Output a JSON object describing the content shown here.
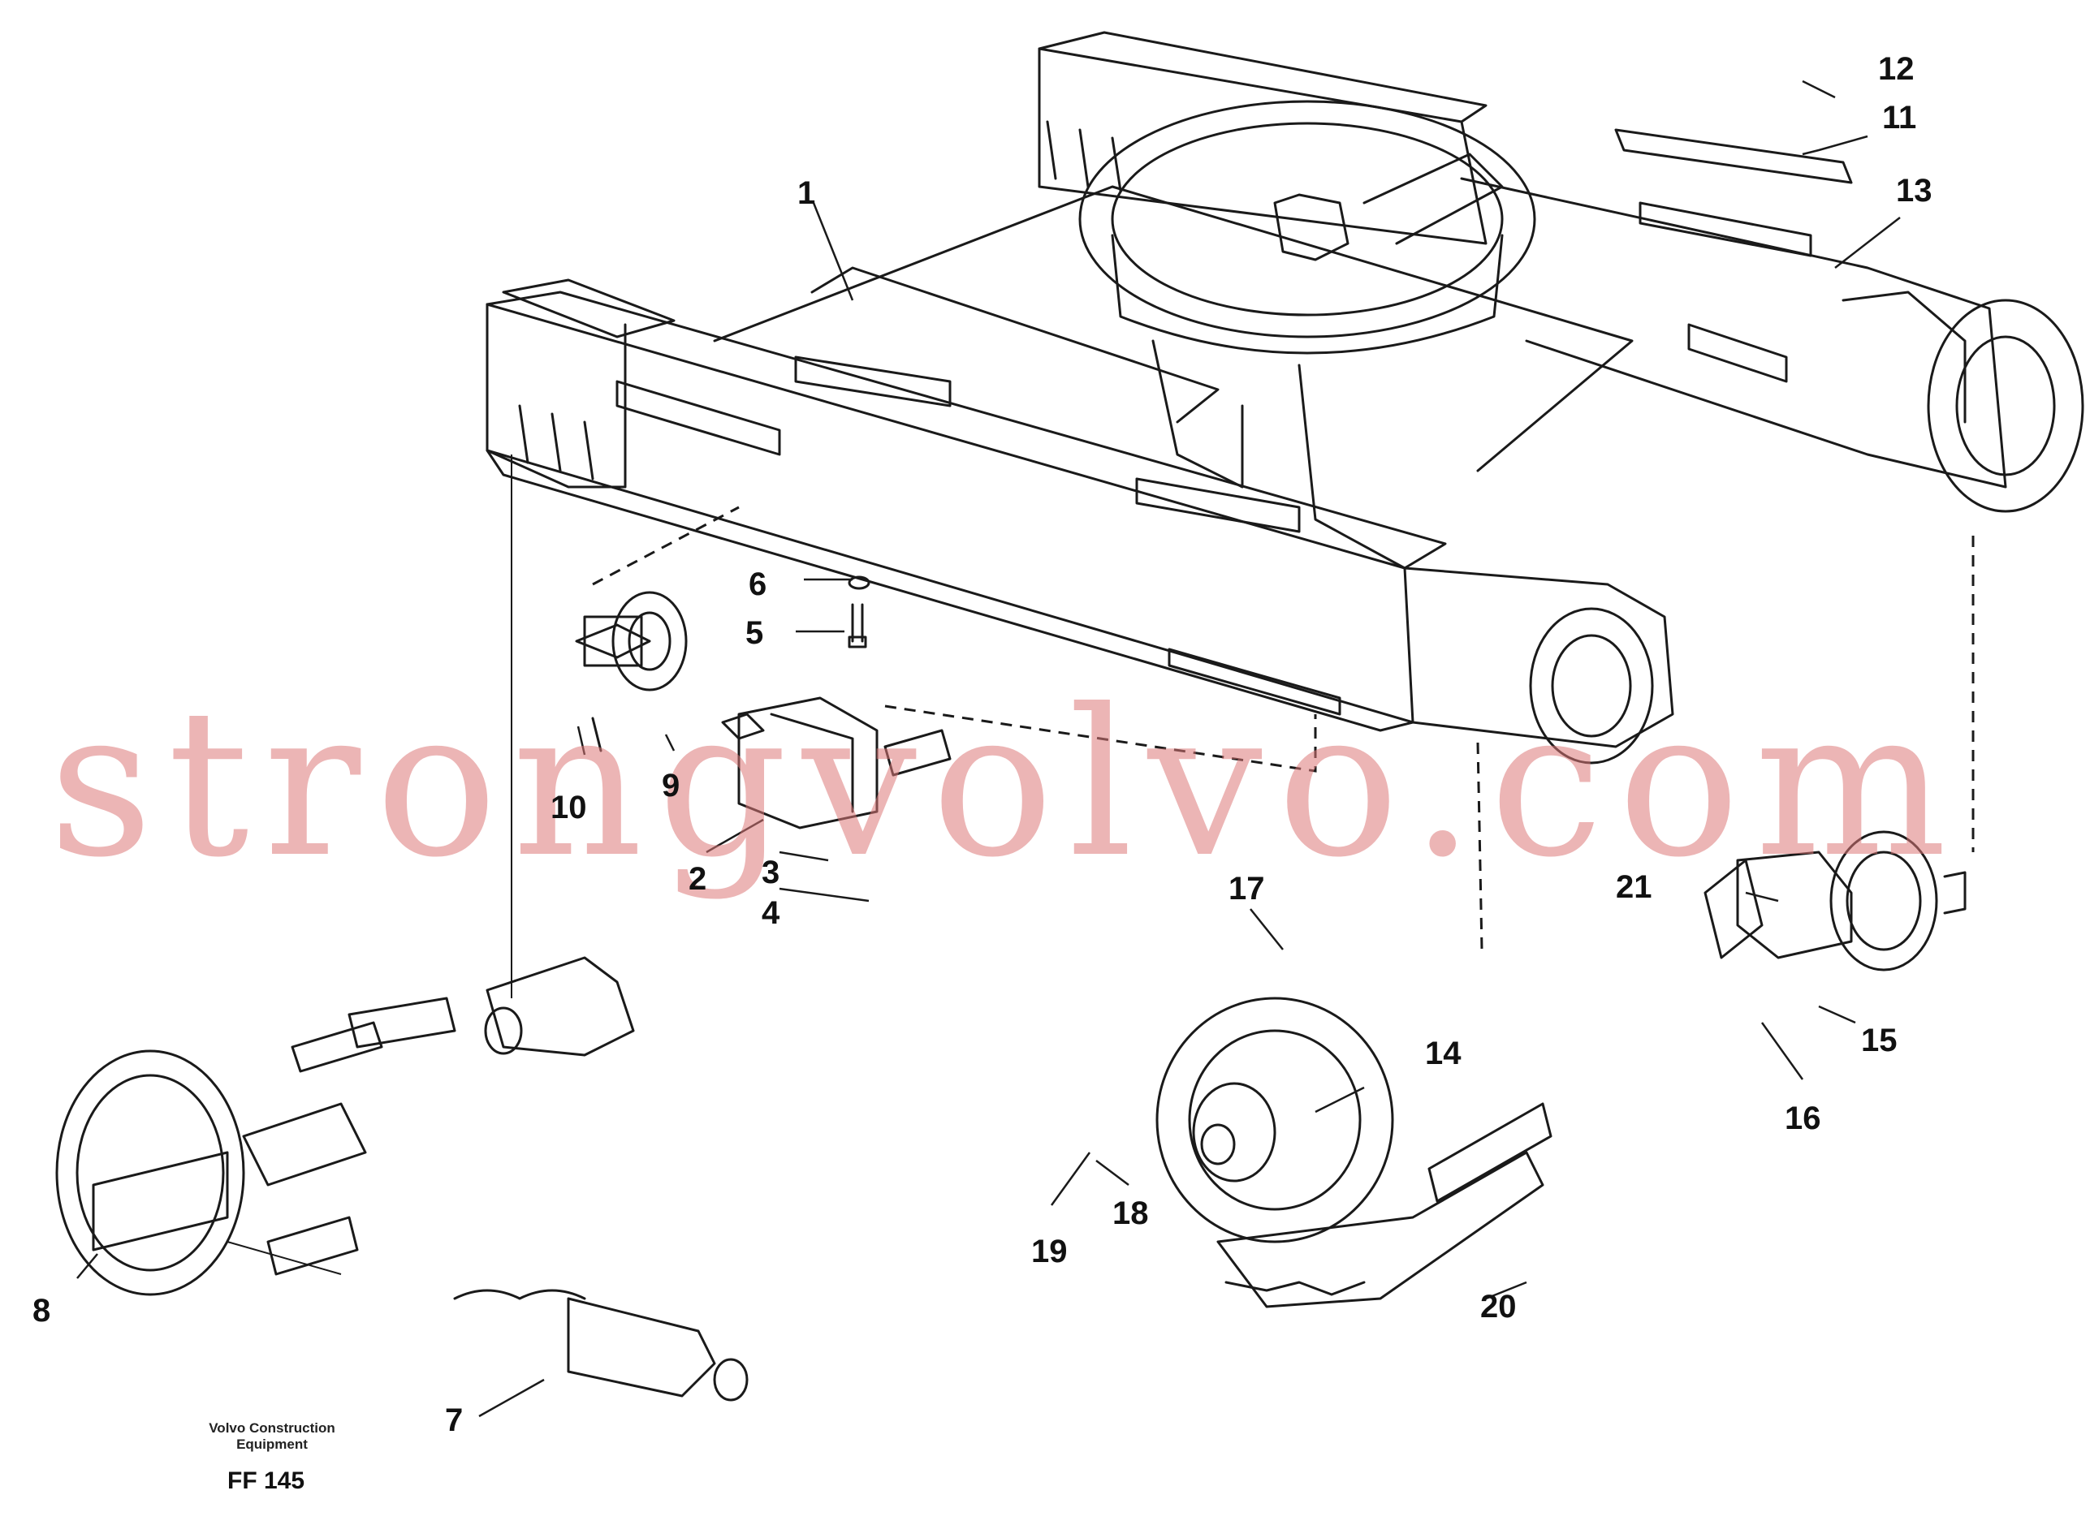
{
  "document": {
    "footer_brand_line1": "Volvo Construction",
    "footer_brand_line2": "Equipment",
    "figure_code": "FF 145",
    "watermark": "strongvolvo.com"
  },
  "callouts": [
    "1",
    "2",
    "3",
    "4",
    "5",
    "6",
    "7",
    "8",
    "9",
    "10",
    "11",
    "12",
    "13",
    "14",
    "15",
    "16",
    "17",
    "18",
    "19",
    "20",
    "21"
  ],
  "colors": {
    "line": "#1a1a1a",
    "watermark": "#dd7878"
  }
}
